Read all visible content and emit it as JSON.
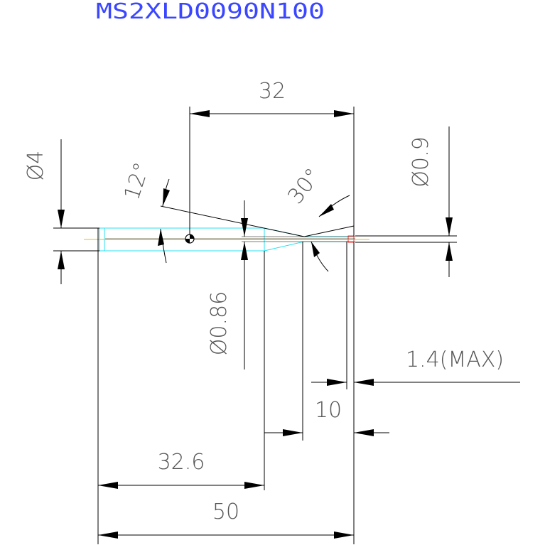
{
  "title": "MS2XLD0090N100",
  "colors": {
    "title": "#3b47ff",
    "dimension_text": "#555555",
    "line": "#000000",
    "tool_outline": "#29e0f0",
    "centerline": "#e0c000",
    "tip": "#ff3030"
  },
  "dimensions": {
    "top_length": "32",
    "shank_dia": "Ø4",
    "angle_12": "12°",
    "angle_30": "30°",
    "tip_dia": "Ø0.9",
    "neck_dia": "Ø0.86",
    "max_length": "1.4(MAX)",
    "len_10": "10",
    "len_32_6": "32.6",
    "overall": "50"
  }
}
